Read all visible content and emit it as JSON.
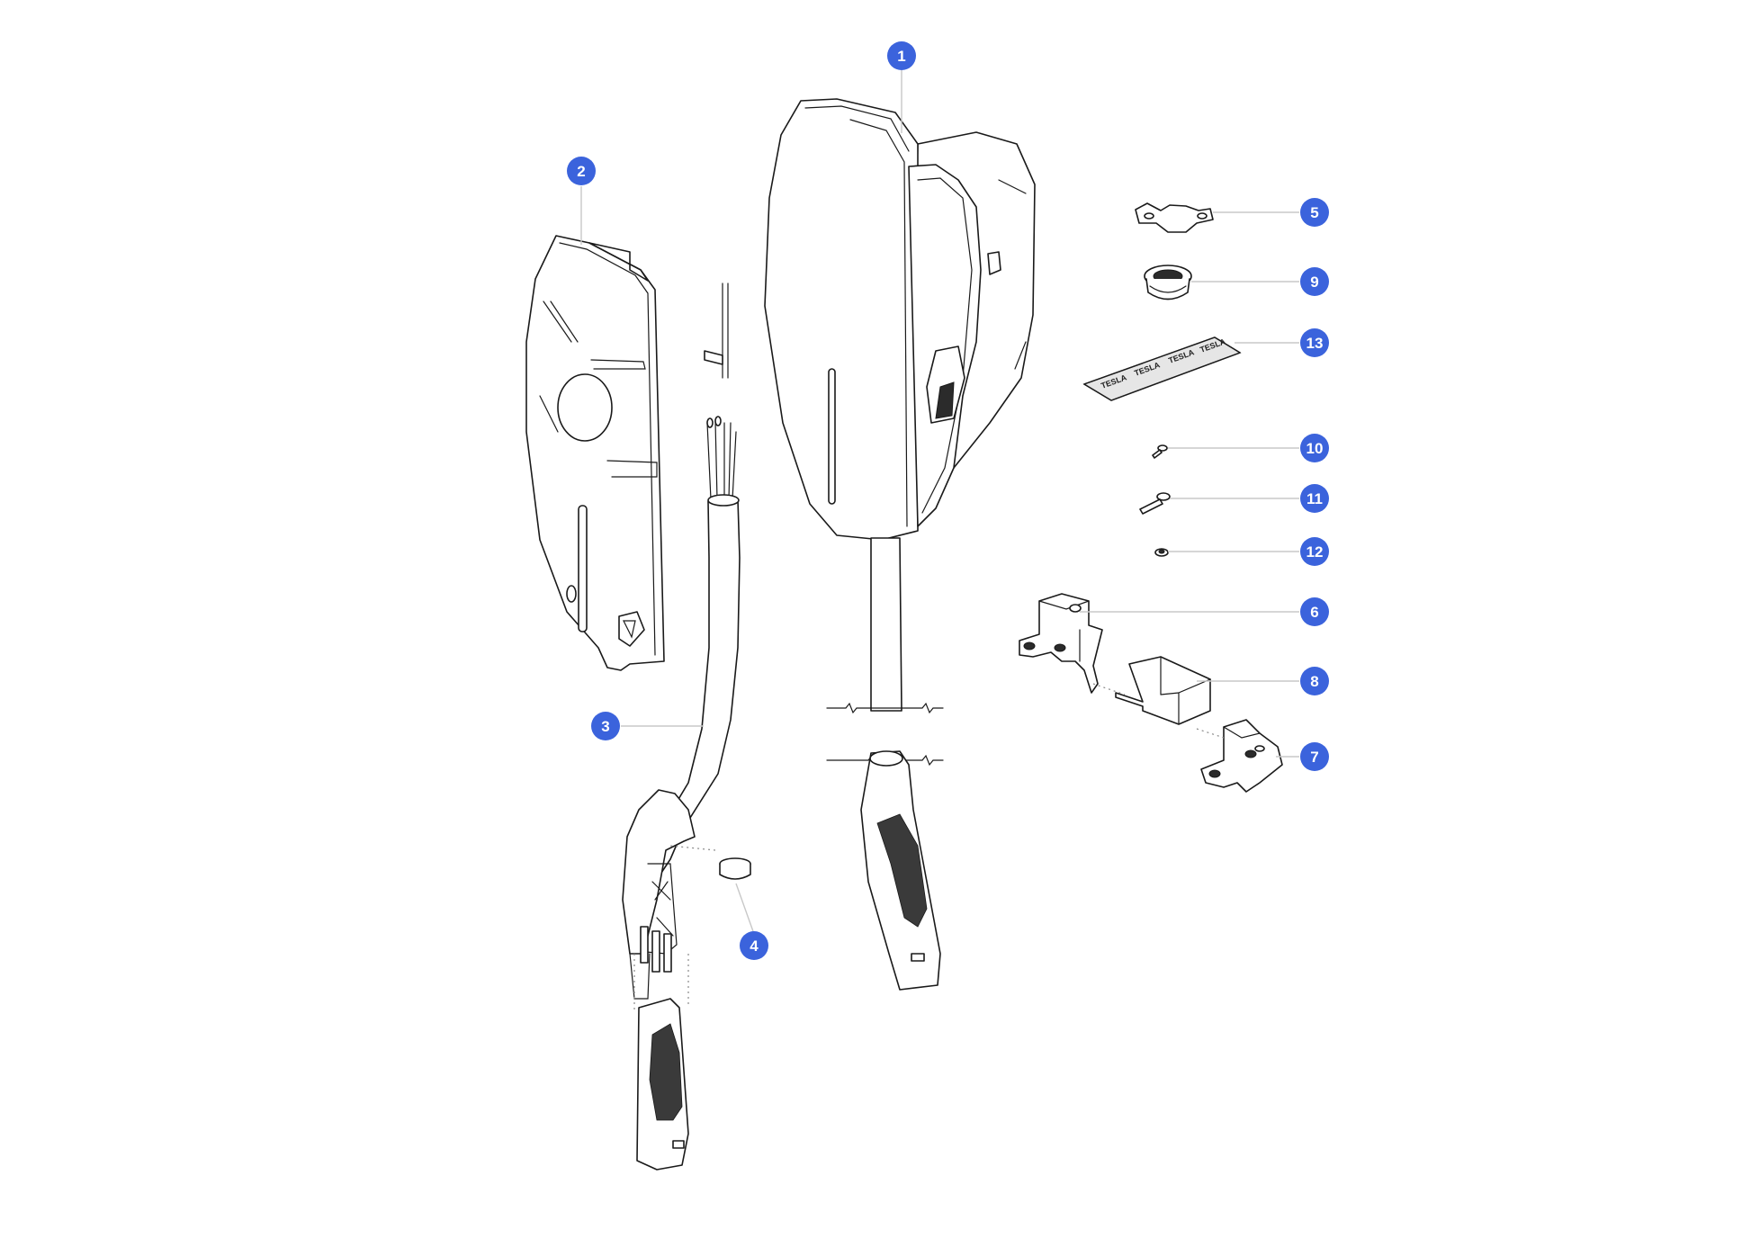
{
  "accent_color": "#3b63dc",
  "callouts": [
    {
      "id": "callout-1",
      "label": "1"
    },
    {
      "id": "callout-2",
      "label": "2"
    },
    {
      "id": "callout-3",
      "label": "3"
    },
    {
      "id": "callout-4",
      "label": "4"
    },
    {
      "id": "callout-5",
      "label": "5"
    },
    {
      "id": "callout-6",
      "label": "6"
    },
    {
      "id": "callout-7",
      "label": "7"
    },
    {
      "id": "callout-8",
      "label": "8"
    },
    {
      "id": "callout-9",
      "label": "9"
    },
    {
      "id": "callout-10",
      "label": "10"
    },
    {
      "id": "callout-11",
      "label": "11"
    },
    {
      "id": "callout-12",
      "label": "12"
    },
    {
      "id": "callout-13",
      "label": "13"
    }
  ],
  "adhesive_pad_text": "TESLA"
}
